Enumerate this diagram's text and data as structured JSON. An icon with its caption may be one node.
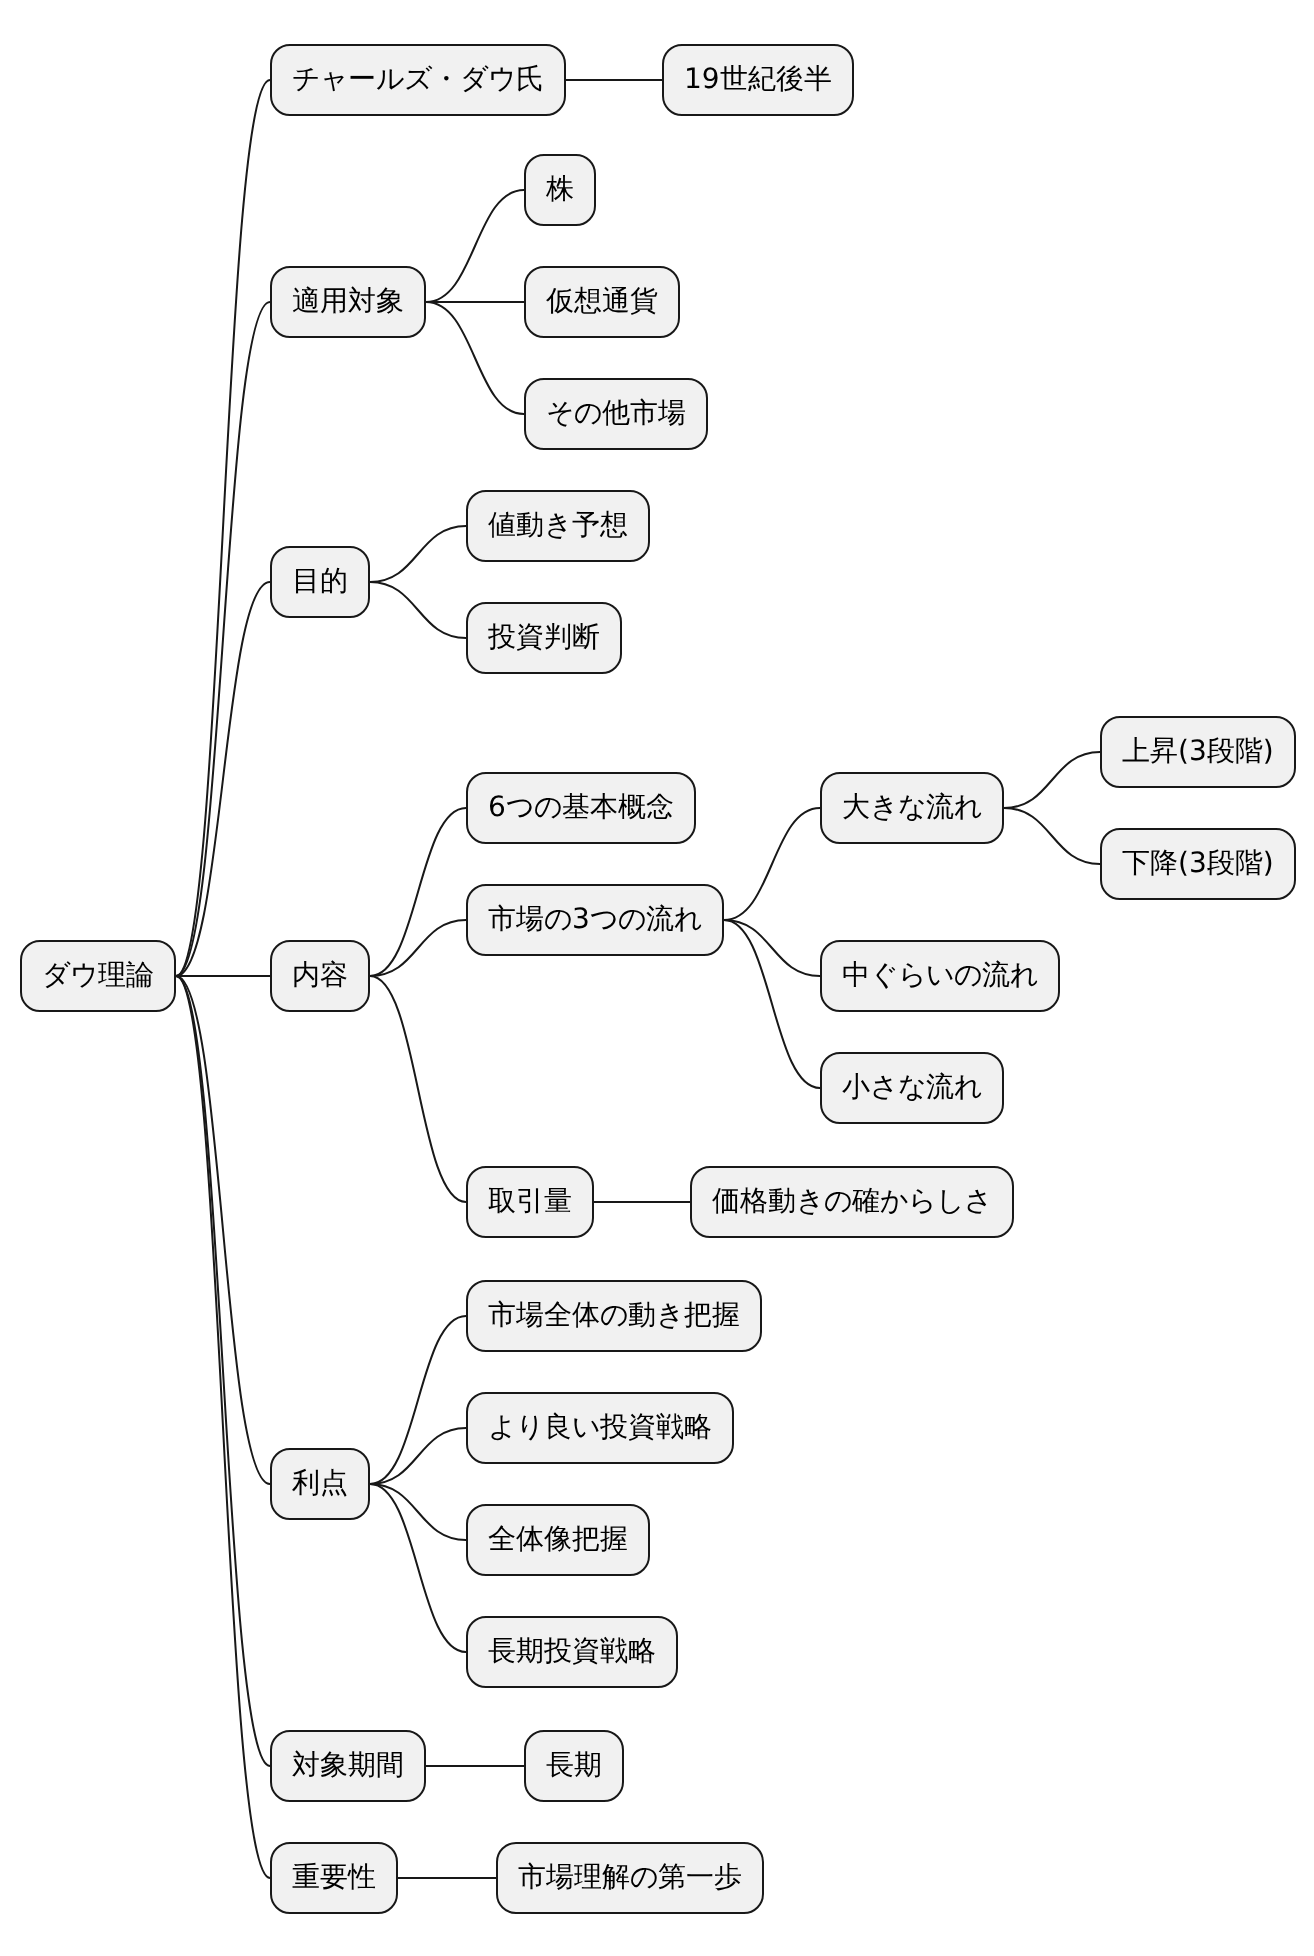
{
  "diagram": {
    "nodes": [
      {
        "text": [
          "ダウ理論"
        ]
      },
      {
        "text": [
          "チャールズ・ダウ氏"
        ]
      },
      {
        "text": [
          "19世紀後半"
        ]
      },
      {
        "text": [
          "適用対象"
        ]
      },
      {
        "text": [
          "株"
        ]
      },
      {
        "text": [
          "仮想通貨"
        ]
      },
      {
        "text": [
          "その他市場"
        ]
      },
      {
        "text": [
          "目的"
        ]
      },
      {
        "text": [
          "値動き予想"
        ]
      },
      {
        "text": [
          "投資判断"
        ]
      },
      {
        "text": [
          "内容"
        ]
      },
      {
        "text": [
          "6つの基本概念"
        ]
      },
      {
        "text": [
          "市場の3つの流れ"
        ]
      },
      {
        "text": [
          "大きな流れ"
        ]
      },
      {
        "text": [
          "上昇(3段階)"
        ]
      },
      {
        "text": [
          "下降(3段階)"
        ]
      },
      {
        "text": [
          "中ぐらいの流れ"
        ]
      },
      {
        "text": [
          "小さな流れ"
        ]
      },
      {
        "text": [
          "取引量"
        ]
      },
      {
        "text": [
          "価格動きの確からしさ"
        ]
      },
      {
        "text": [
          "利点"
        ]
      },
      {
        "text": [
          "市場全体の動き把握"
        ]
      },
      {
        "text": [
          "より良い投資戦略"
        ]
      },
      {
        "text": [
          "全体像把握"
        ]
      },
      {
        "text": [
          "長期投資戦略"
        ]
      },
      {
        "text": [
          "対象期間"
        ]
      },
      {
        "text": [
          "長期"
        ]
      },
      {
        "text": [
          "重要性"
        ]
      },
      {
        "text": [
          "市場理解の第一歩"
        ]
      }
    ],
    "edges": [
      {
        "from": 0,
        "to": 1,
        "arrow": "none"
      },
      {
        "from": 1,
        "to": 2,
        "arrow": "none"
      },
      {
        "from": 0,
        "to": 3,
        "arrow": "none"
      },
      {
        "from": 3,
        "to": 4,
        "arrow": "none"
      },
      {
        "from": 3,
        "to": 5,
        "arrow": "none"
      },
      {
        "from": 3,
        "to": 6,
        "arrow": "none"
      },
      {
        "from": 0,
        "to": 7,
        "arrow": "none"
      },
      {
        "from": 7,
        "to": 8,
        "arrow": "none"
      },
      {
        "from": 7,
        "to": 9,
        "arrow": "none"
      },
      {
        "from": 0,
        "to": 10,
        "arrow": "none"
      },
      {
        "from": 10,
        "to": 11,
        "arrow": "none"
      },
      {
        "from": 10,
        "to": 12,
        "arrow": "none"
      },
      {
        "from": 12,
        "to": 13,
        "arrow": "none"
      },
      {
        "from": 13,
        "to": 14,
        "arrow": "none"
      },
      {
        "from": 13,
        "to": 15,
        "arrow": "none"
      },
      {
        "from": 12,
        "to": 16,
        "arrow": "none"
      },
      {
        "from": 12,
        "to": 17,
        "arrow": "none"
      },
      {
        "from": 10,
        "to": 18,
        "arrow": "none"
      },
      {
        "from": 18,
        "to": 19,
        "arrow": "none"
      },
      {
        "from": 0,
        "to": 20,
        "arrow": "none"
      },
      {
        "from": 20,
        "to": 21,
        "arrow": "none"
      },
      {
        "from": 20,
        "to": 22,
        "arrow": "none"
      },
      {
        "from": 20,
        "to": 23,
        "arrow": "none"
      },
      {
        "from": 20,
        "to": 24,
        "arrow": "none"
      },
      {
        "from": 0,
        "to": 25,
        "arrow": "none"
      },
      {
        "from": 25,
        "to": 26,
        "arrow": "none"
      },
      {
        "from": 0,
        "to": 27,
        "arrow": "none"
      },
      {
        "from": 27,
        "to": 28,
        "arrow": "none"
      }
    ]
  }
}
